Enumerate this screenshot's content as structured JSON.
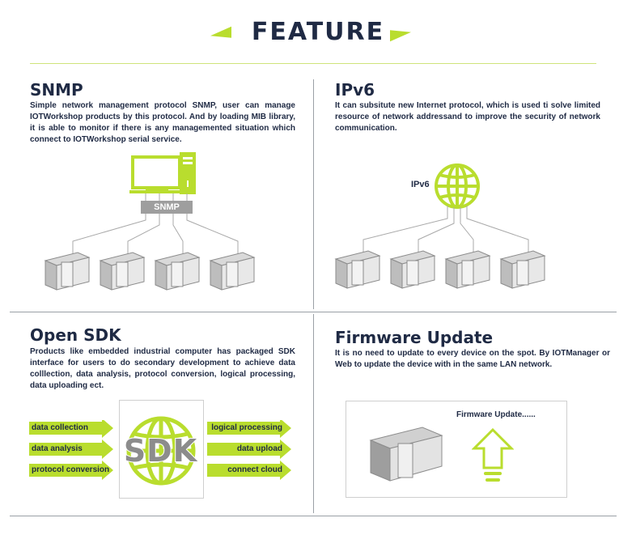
{
  "header": {
    "title": "FEATURE"
  },
  "snmp": {
    "title": "SNMP",
    "description": "Simple network management protocol SNMP, user can manage IOTWorkshop products by this protocol. And by loading MIB library, it is able to monitor if there is any managemented situation which connect to IOTWorkshop serial service.",
    "badge": "SNMP"
  },
  "ipv6": {
    "title": "IPv6",
    "description": "It can subsitute new Internet protocol, which is used ti solve limited resource of network addressand to improve the security of network communication.",
    "globe_label": "IPv6"
  },
  "sdk": {
    "title": "Open SDK",
    "description": "Products like embedded industrial computer has packaged SDK interface for users to do secondary development to achieve data colllection, data analysis, protocol conversion, logical processing, data uploading ect.",
    "logo_text": "SDK",
    "left_items": [
      "data collection",
      "data analysis",
      "protocol conversion"
    ],
    "right_items": [
      "logical processing",
      "data upload",
      "connect cloud"
    ]
  },
  "firmware": {
    "title": "Firmware Update",
    "description": "It is no need to update to every device on the spot. By IOTManager or Web to update the device with in the same LAN network.",
    "box_label": "Firmware Update......"
  },
  "colors": {
    "accent": "#b9dd2e",
    "text": "#1f2a44",
    "device": "#d9d9d9"
  }
}
